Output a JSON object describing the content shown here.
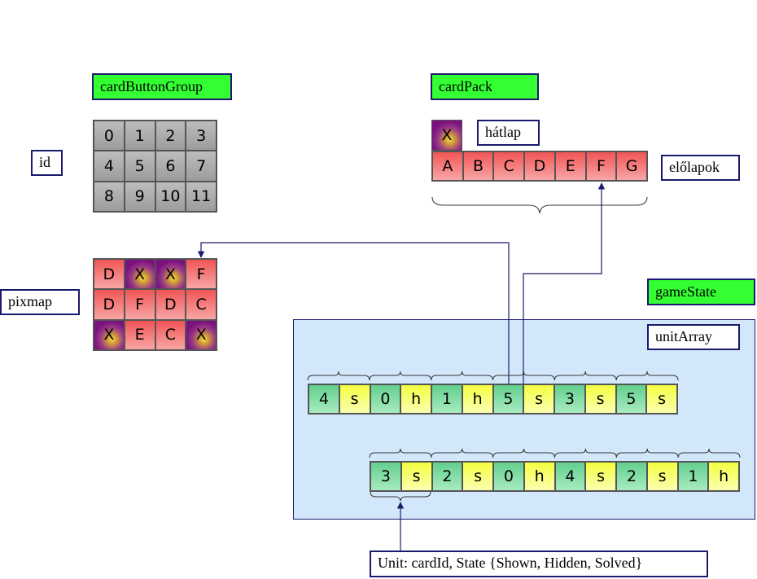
{
  "labels": {
    "card_button_group": "cardButtonGroup",
    "card_pack": "cardPack",
    "id": "id",
    "pixmap": "pixmap",
    "hatlap": "hátlap",
    "elolapok": "előlapok",
    "game_state": "gameState",
    "unit_array": "unitArray",
    "unit_desc": "Unit: cardId, State {Shown, Hidden, Solved}"
  },
  "id_grid": [
    [
      "0",
      "1",
      "2",
      "3"
    ],
    [
      "4",
      "5",
      "6",
      "7"
    ],
    [
      "8",
      "9",
      "10",
      "11"
    ]
  ],
  "pixmap_grid": [
    [
      {
        "t": "D",
        "k": "red"
      },
      {
        "t": "X",
        "k": "back"
      },
      {
        "t": "X",
        "k": "back"
      },
      {
        "t": "F",
        "k": "red"
      }
    ],
    [
      {
        "t": "D",
        "k": "red"
      },
      {
        "t": "F",
        "k": "red"
      },
      {
        "t": "D",
        "k": "red"
      },
      {
        "t": "C",
        "k": "red"
      }
    ],
    [
      {
        "t": "X",
        "k": "back"
      },
      {
        "t": "E",
        "k": "red"
      },
      {
        "t": "C",
        "k": "red"
      },
      {
        "t": "X",
        "k": "back"
      }
    ]
  ],
  "card_back": "X",
  "card_faces": [
    "A",
    "B",
    "C",
    "D",
    "E",
    "F",
    "G"
  ],
  "unit_row_1": [
    "4",
    "s",
    "0",
    "h",
    "1",
    "h",
    "5",
    "s",
    "3",
    "s",
    "5",
    "s"
  ],
  "unit_row_2": [
    "3",
    "s",
    "2",
    "s",
    "0",
    "h",
    "4",
    "s",
    "2",
    "s",
    "1",
    "h"
  ],
  "colors": {
    "label_green": "#33ff33",
    "border_navy": "#1a1a6e",
    "panel_blue": "#d3e7fb",
    "card_red": "#f25555",
    "card_gray": "#b0b0b0",
    "card_back_purple": "#7a117f",
    "unit_green": "#63cf8e",
    "unit_yellow": "#f4ff40"
  }
}
